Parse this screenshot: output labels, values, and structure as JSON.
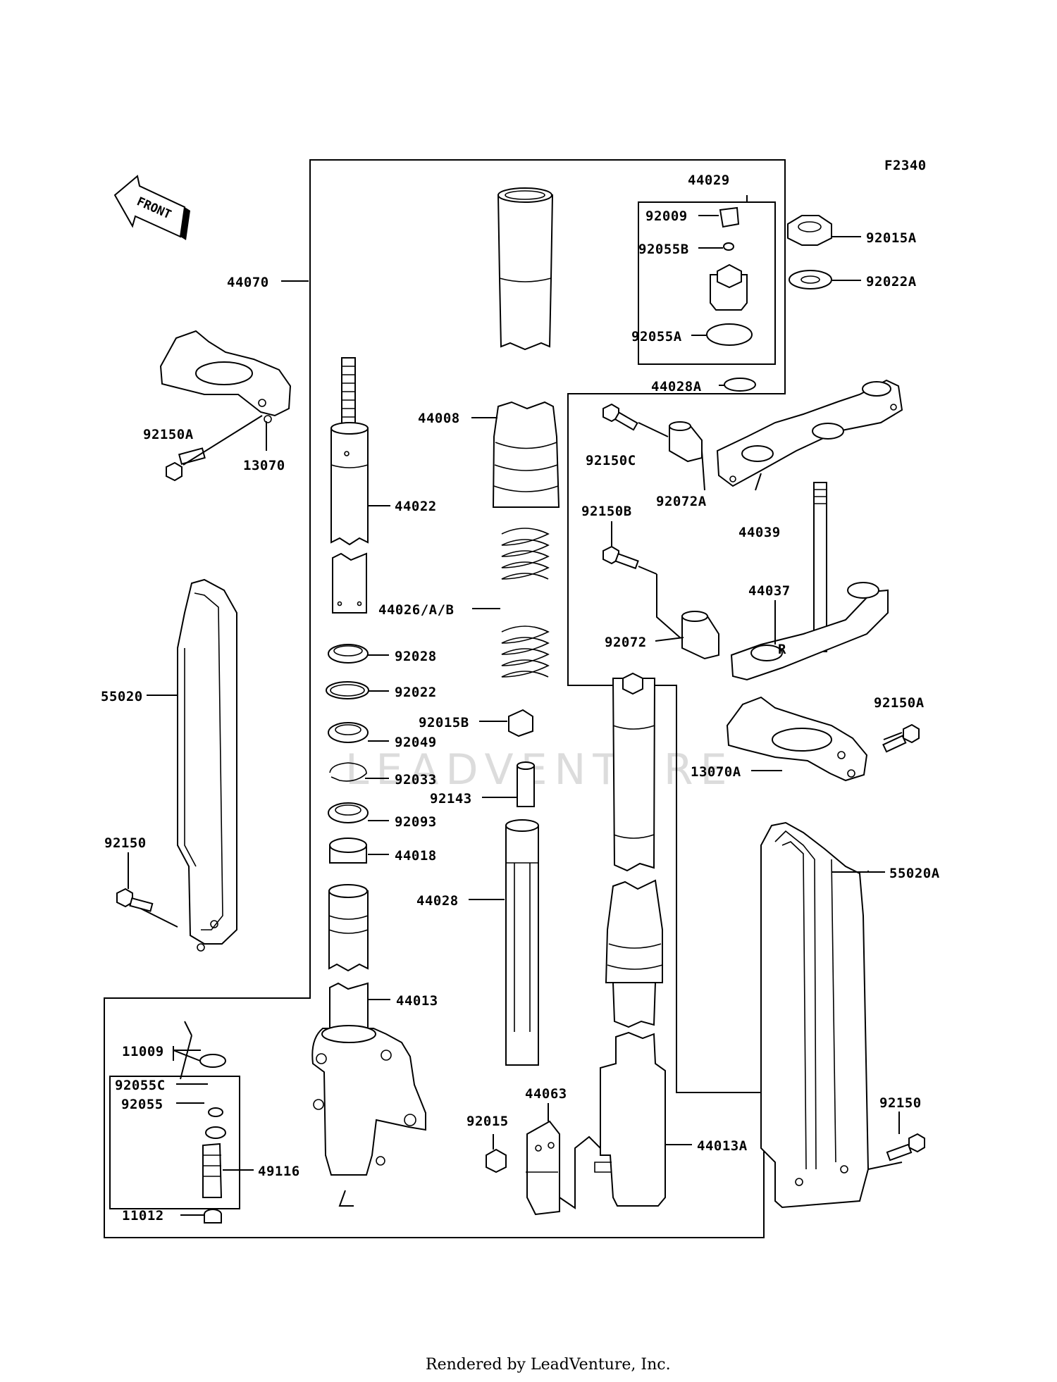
{
  "diagram": {
    "code": "F2340",
    "front_label": "FRONT",
    "watermark": "LEADVENTURE",
    "footer": "Rendered by LeadVenture, Inc.",
    "callouts": {
      "c44029": "44029",
      "c92009": "92009",
      "c92055B": "92055B",
      "c92055A": "92055A",
      "c44028A": "44028A",
      "c92015A": "92015A",
      "c92022A": "92022A",
      "c44070": "44070",
      "c44008": "44008",
      "c92150A_top": "92150A",
      "c13070": "13070",
      "c44022": "44022",
      "c92150C": "92150C",
      "c92072A": "92072A",
      "c44039": "44039",
      "c92150B": "92150B",
      "c44037": "44037",
      "c44026AB": "44026/A/B",
      "c92072": "92072",
      "c92028": "92028",
      "c92022": "92022",
      "c92015B": "92015B",
      "c92049": "92049",
      "c55020": "55020",
      "c92150A_right": "92150A",
      "c92033": "92033",
      "c92143": "92143",
      "c13070A": "13070A",
      "c92093": "92093",
      "c92150_left": "92150",
      "c44018": "44018",
      "c55020A": "55020A",
      "c44028": "44028",
      "c44013": "44013",
      "c11009": "11009",
      "c92055C": "92055C",
      "c92055": "92055",
      "c44063": "44063",
      "c92015": "92015",
      "c92150_right": "92150",
      "c44013A": "44013A",
      "c49116": "49116",
      "c11012": "11012"
    }
  }
}
